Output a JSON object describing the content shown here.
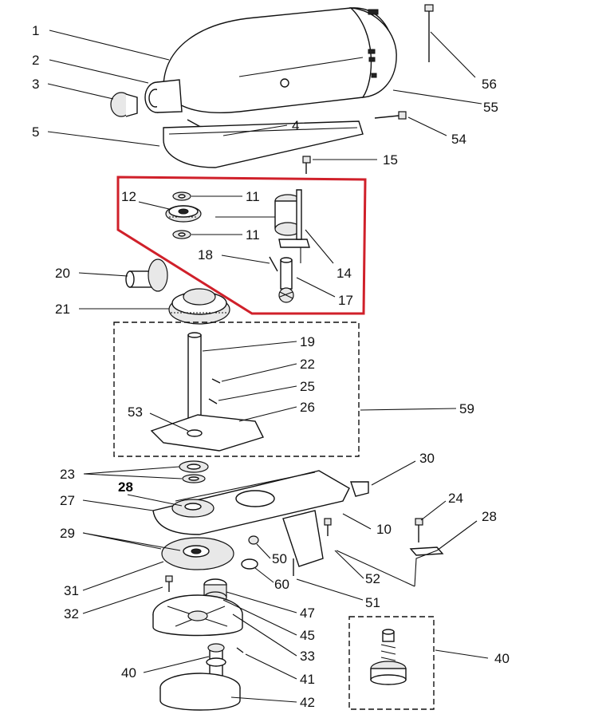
{
  "labels": {
    "p1": "1",
    "p2": "2",
    "p3": "3",
    "p4": "4",
    "p5": "5",
    "p10": "10",
    "p11a": "11",
    "p11b": "11",
    "p12": "12",
    "p14": "14",
    "p15": "15",
    "p17": "17",
    "p18": "18",
    "p19": "19",
    "p20": "20",
    "p21": "21",
    "p22": "22",
    "p23": "23",
    "p24": "24",
    "p25": "25",
    "p26": "26",
    "p27": "27",
    "p28a": "28",
    "p28b": "28",
    "p29": "29",
    "p30": "30",
    "p31": "31",
    "p32": "32",
    "p33": "33",
    "p40a": "40",
    "p40b": "40",
    "p41": "41",
    "p42": "42",
    "p45": "45",
    "p47": "47",
    "p50": "50",
    "p51": "51",
    "p52": "52",
    "p53": "53",
    "p54": "54",
    "p55": "55",
    "p56": "56",
    "p59": "59",
    "p60": "60"
  },
  "colors": {
    "highlight": "#d0202a",
    "ink": "#111111"
  }
}
